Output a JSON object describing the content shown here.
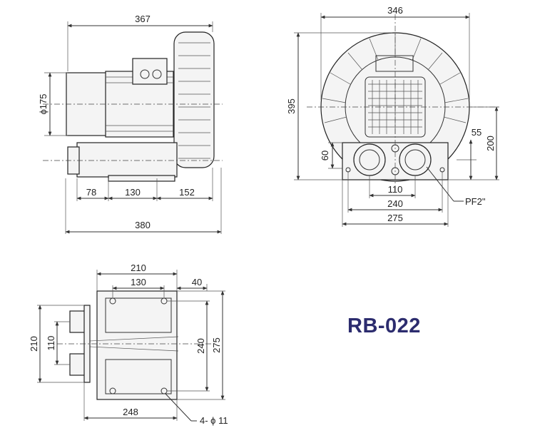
{
  "model": "RB-022",
  "colors": {
    "line": "#333333",
    "model_text": "#2c2c6e"
  },
  "side_view": {
    "overall_top": "367",
    "diameter": "ϕ175",
    "base_left": "78",
    "base_mid": "130",
    "base_right": "152",
    "overall_bottom": "380"
  },
  "front_view": {
    "width_top": "346",
    "height_total": "395",
    "height_right": "200",
    "offset_55": "55",
    "offset_60": "60",
    "port_spacing": "110",
    "base_inner": "240",
    "base_outer": "275",
    "port_label": "PF2\""
  },
  "bottom_view": {
    "top_210": "210",
    "top_130": "130",
    "top_40": "40",
    "left_210": "210",
    "left_110": "110",
    "right_240": "240",
    "right_275": "275",
    "bottom_248": "248",
    "holes": "4- ϕ 11"
  }
}
